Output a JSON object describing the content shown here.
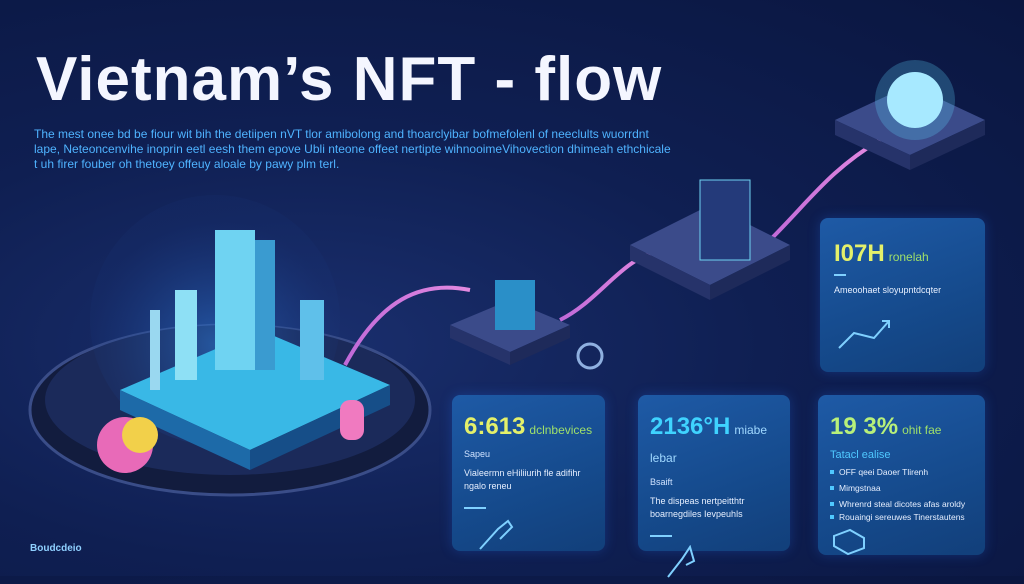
{
  "title": "Vietnam’s NFT - flow",
  "intro": "The mest onee bd be fiour wit bih the detiipen nVT tlor amibolong and thoarclyibar bofmefolenl of neeclults wuorrdnt lape, Neteoncenvihe inoprin eetl eesh them epove Ubli nteone offeet nertipte wihnooimeVihovection dhimeah ethchicale t uh firer fouber oh thetoey offeuy aloale by pawy plm terl.",
  "colors": {
    "accent_yellow": "#e4f06a",
    "accent_cyan": "#3fd3ff",
    "card": "#1a539a"
  },
  "cards": [
    {
      "value": "I07H",
      "unit": "ronelah",
      "desc": "Ameoohaet sloyupntdcqter",
      "icon": "hand-pointer-icon"
    },
    {
      "value": "6:613",
      "unit": "dclnbevices",
      "label": "Sapeu",
      "desc": "Vialeermn eHiliiurih fle adifihr ngalo reneu",
      "icon": "hand-icon"
    },
    {
      "value": "2136°H",
      "unit": "miabe lebar",
      "label": "Bsaift",
      "desc": "The dispeas nertpeitthtr boarnegdiles Ievpeuhls",
      "icon": "arrow-up-icon"
    },
    {
      "value": "19 3%",
      "unit": "ohit fae",
      "label": "Tatacl ealise",
      "bullets": [
        "OFF qeei Daoer Tlirenh",
        "Mimgstnaa",
        "Whrenrd steal dicotes afas aroldy",
        "Rouaingi sereuwes Tinerstautens"
      ],
      "icon": "device-icon"
    }
  ],
  "footer": "Boudcdeio"
}
